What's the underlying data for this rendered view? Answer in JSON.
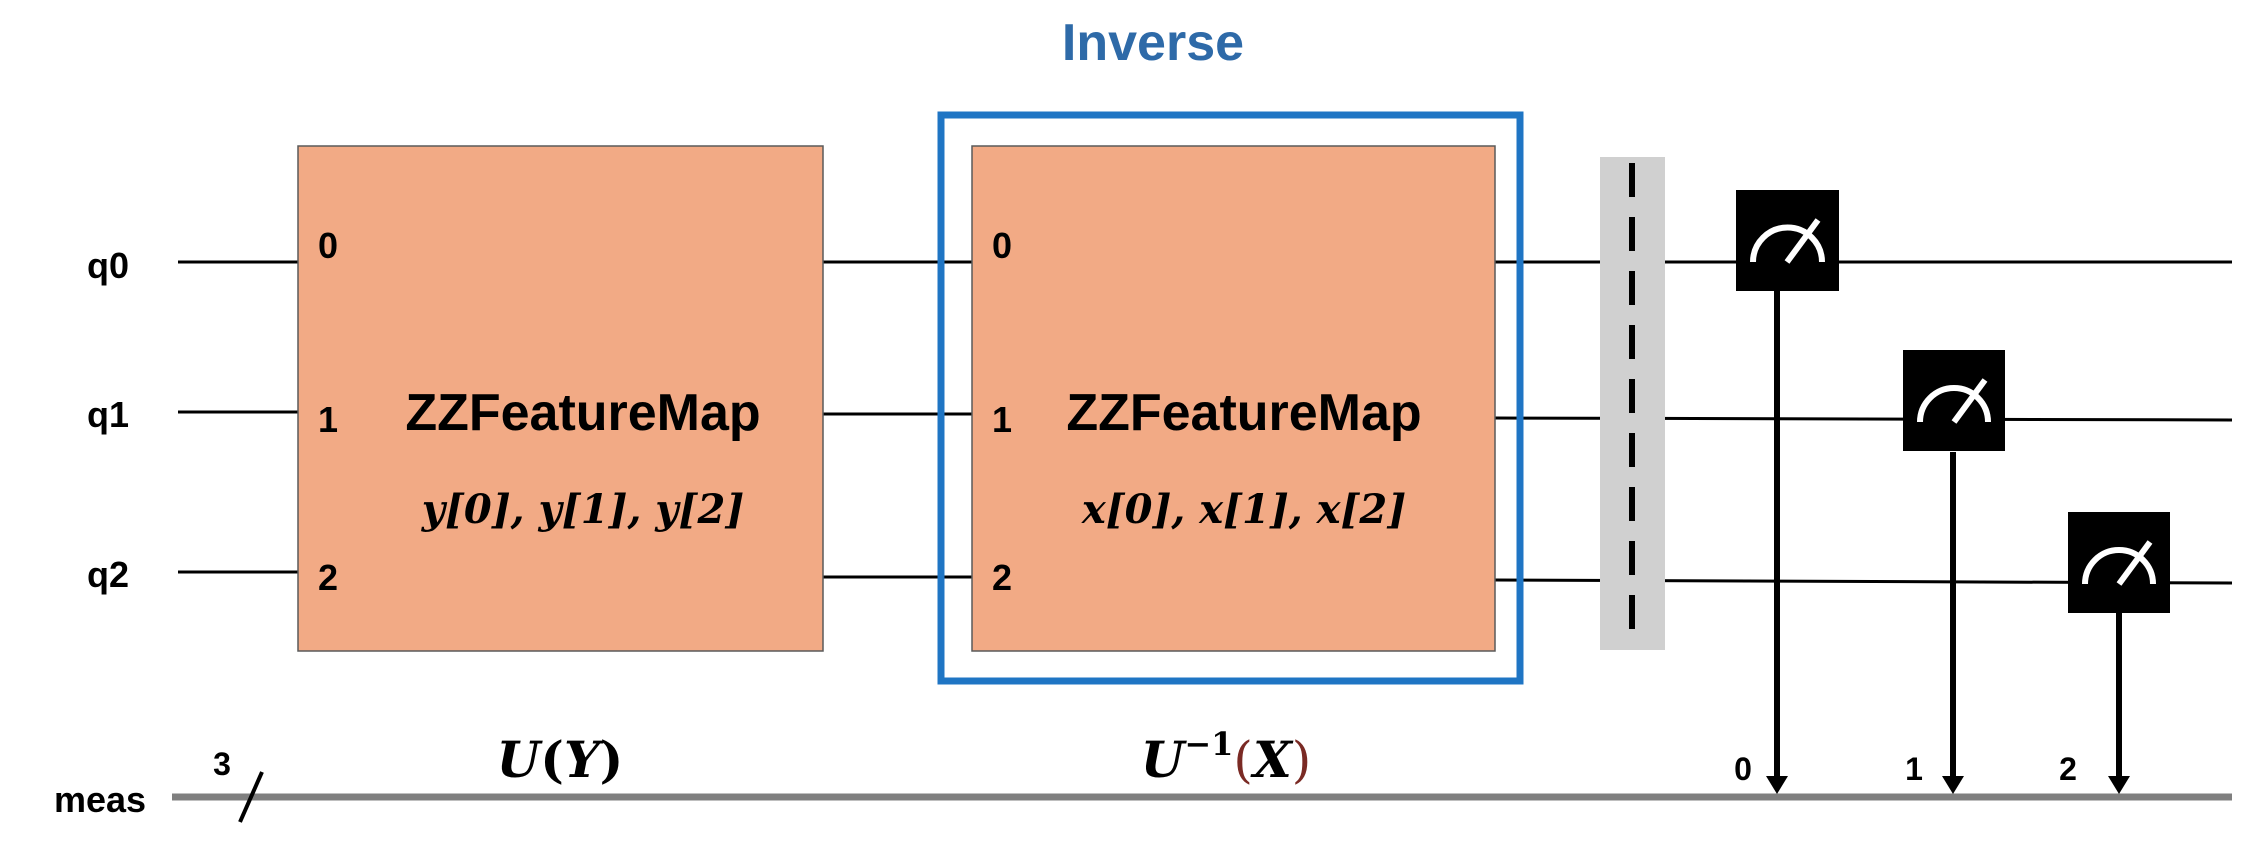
{
  "colors": {
    "gate_fill": "#f2aa85",
    "inverse_frame": "#1f75c4",
    "inverse_title": "#2e6aa8",
    "barrier_fill": "#d0d0d0",
    "classical_wire": "#7f7f7f",
    "measure_fill": "#000000",
    "x_highlight": "#7a2a24"
  },
  "qubits": [
    "q0",
    "q1",
    "q2"
  ],
  "classical": {
    "label": "meas",
    "width_label": "3"
  },
  "inverse_title": "Inverse",
  "gates": [
    {
      "name": "ZZFeatureMap",
      "params": "y[0], y[1], y[2]",
      "pins": [
        "0",
        "1",
        "2"
      ],
      "caption": {
        "func": "U",
        "arg": "Y",
        "sup": ""
      }
    },
    {
      "name": "ZZFeatureMap",
      "params": "x[0], x[1], x[2]",
      "pins": [
        "0",
        "1",
        "2"
      ],
      "caption": {
        "func": "U",
        "arg": "X",
        "sup": "−1"
      }
    }
  ],
  "measurements": [
    {
      "qubit": "q0",
      "bit": "0",
      "icon": "meter-icon"
    },
    {
      "qubit": "q1",
      "bit": "1",
      "icon": "meter-icon"
    },
    {
      "qubit": "q2",
      "bit": "2",
      "icon": "meter-icon"
    }
  ]
}
